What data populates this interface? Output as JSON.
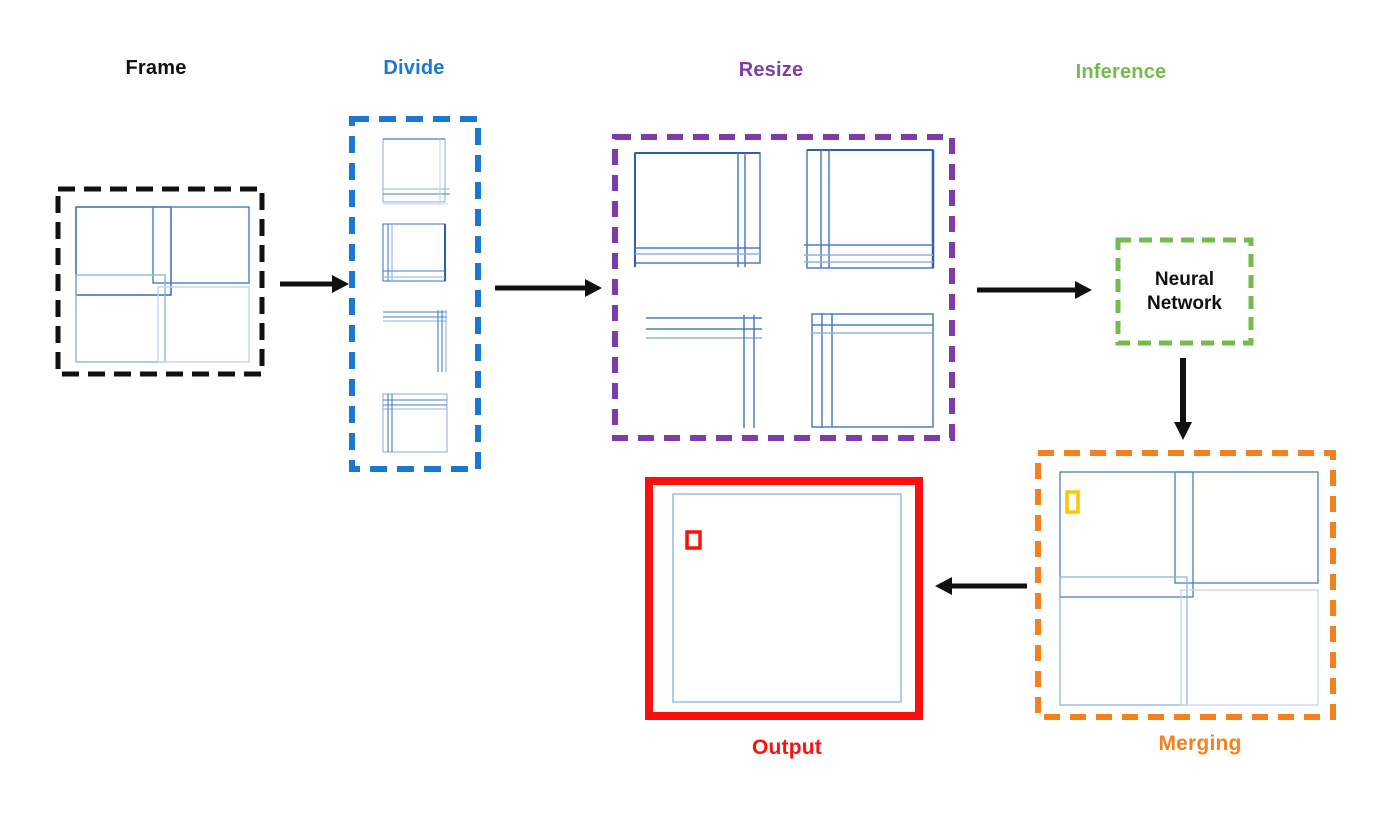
{
  "palette": {
    "background": "#ffffff",
    "black": "#111111",
    "blue": "#1b78d2",
    "purple": "#7d3ca8",
    "green": "#74bb4e",
    "orange": "#f5801e",
    "red": "#fb100d",
    "yellow": "#ffc402",
    "tile_line_dark": "#2e5fa8",
    "tile_line_medium": "#4a7ec0",
    "tile_line_light": "#8fb3e0",
    "tile_line_faint": "#c3d6ef",
    "arrow": "#111111",
    "output_image_line": "#85b4dd"
  },
  "stages": {
    "frame": {
      "label": "Frame",
      "color": "#111111",
      "border_style": "dashed"
    },
    "divide": {
      "label": "Divide",
      "color": "#1b78d2",
      "border_style": "dashed"
    },
    "resize": {
      "label": "Resize",
      "color": "#7d3ca8",
      "border_style": "dashed"
    },
    "inference": {
      "label": "Inference",
      "color": "#74bb4e",
      "border_style": "dashed"
    },
    "merging": {
      "label": "Merging",
      "color": "#f5801e",
      "border_style": "dashed"
    },
    "output": {
      "label": "Output",
      "color": "#fb100d",
      "border_style": "solid"
    }
  },
  "inference_node": {
    "line1": "Neural",
    "line2": "Network"
  },
  "detections": {
    "merging": {
      "color": "#ffc402"
    },
    "output": {
      "color": "#fb100d"
    }
  }
}
